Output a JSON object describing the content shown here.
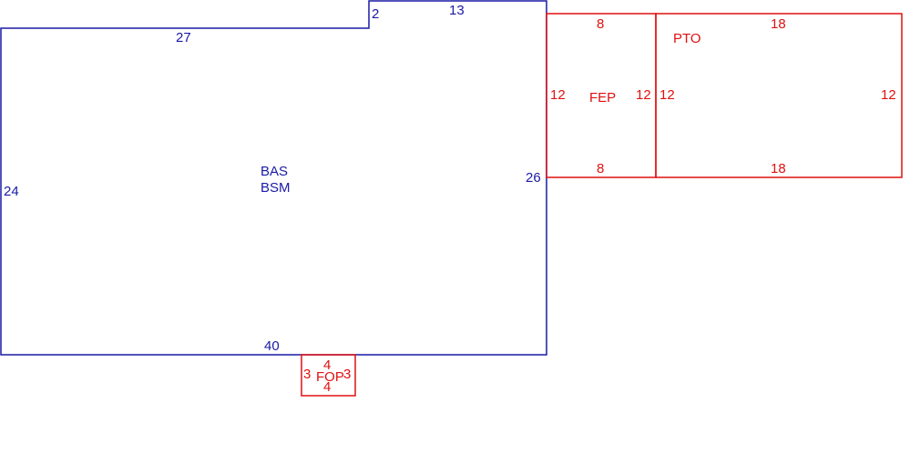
{
  "colors": {
    "main": "#1a1aa6",
    "addition": "#e01010"
  },
  "main_area": {
    "code_1": "BAS",
    "code_2": "BSM",
    "dims": {
      "left": "24",
      "top": "27",
      "step": "2",
      "top_right": "13",
      "right": "26",
      "bottom": "40"
    }
  },
  "fep": {
    "code": "FEP",
    "dims": {
      "top": "8",
      "bottom": "8",
      "left": "12",
      "right": "12"
    }
  },
  "pto": {
    "code": "PTO",
    "dims": {
      "top": "18",
      "bottom": "18",
      "left": "12",
      "right": "12"
    }
  },
  "fop": {
    "code": "FOP",
    "dims": {
      "top": "4",
      "bottom": "4",
      "left": "3",
      "right": "3"
    }
  }
}
